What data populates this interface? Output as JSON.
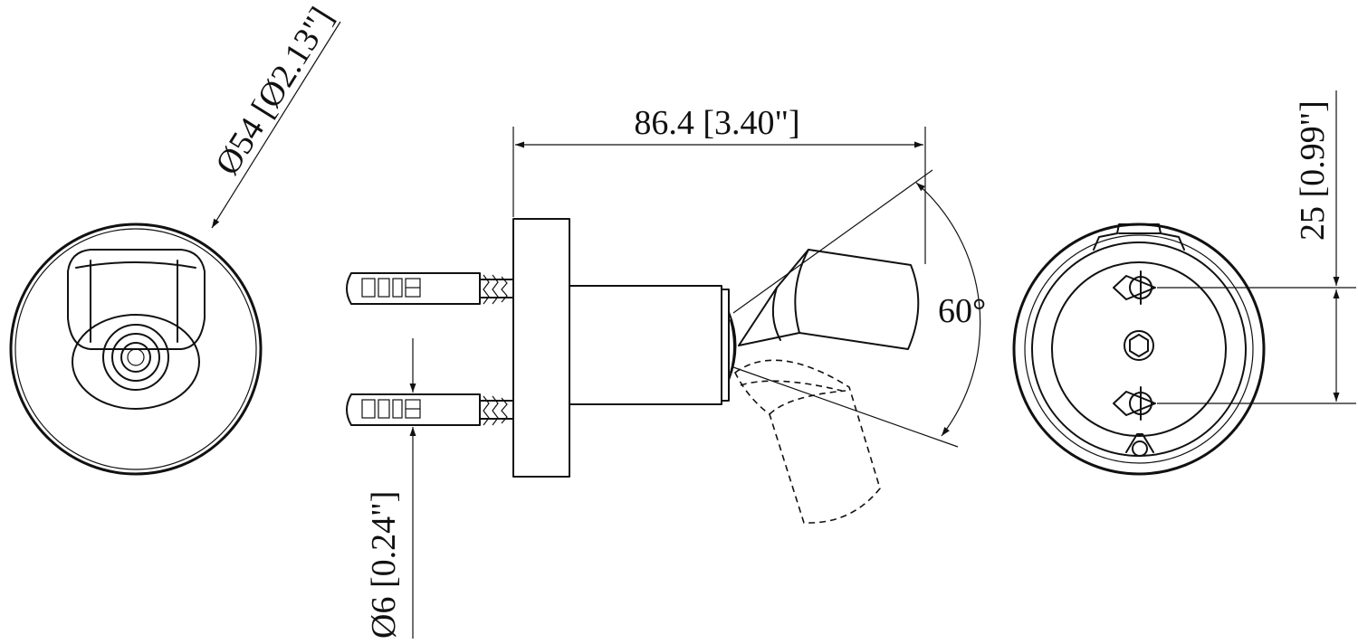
{
  "dimensions": {
    "overall_diameter": "Ø54 [Ø2.13\"]",
    "projection_length": "86.4 [3.40\"]",
    "anchor_diameter": "Ø6 [0.24\"]",
    "swivel_angle": "60°",
    "hole_spacing": "25 [0.99\"]"
  },
  "colors": {
    "line": "#111111",
    "background": "#ffffff"
  }
}
